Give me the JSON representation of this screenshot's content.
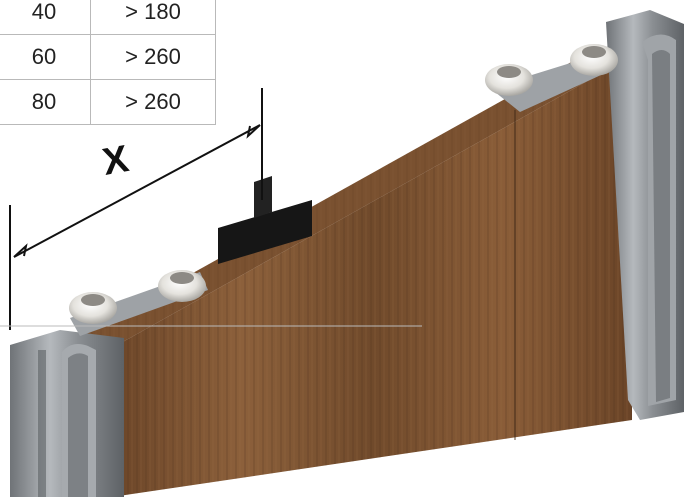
{
  "table": {
    "rows": [
      {
        "width": "40",
        "value": "> 180"
      },
      {
        "width": "60",
        "value": "> 260"
      },
      {
        "width": "80",
        "value": "> 260"
      }
    ]
  },
  "dimension_label": "X",
  "colors": {
    "wood_dark": "#5a3a22",
    "wood_light": "#8a5e3a",
    "aluminium": "#8f9499",
    "background": "#ffffff"
  }
}
